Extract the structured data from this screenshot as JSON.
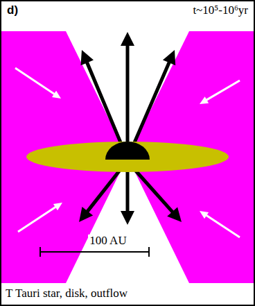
{
  "diagram": {
    "labels": [
      "d)",
      "t~10⁵-10⁶yr",
      "100 AU",
      "T Tauri star, disk, outflow"
    ]
  }
}
